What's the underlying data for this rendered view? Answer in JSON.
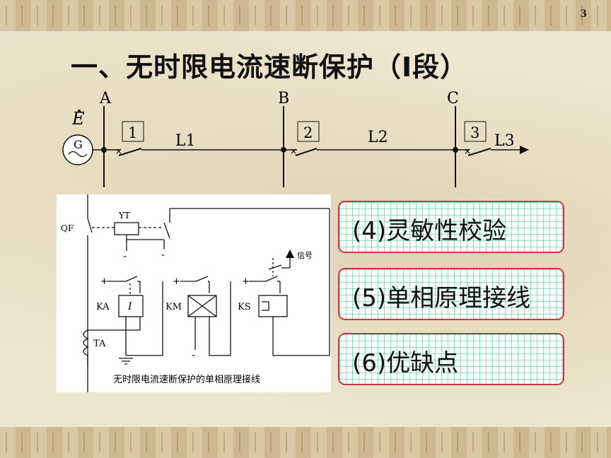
{
  "page_number": "3",
  "title": "一、无时限电流速断保护（I段）",
  "line_diagram": {
    "source_emf": "E",
    "generator": "G",
    "buses": [
      "A",
      "B",
      "C"
    ],
    "breakers": [
      "1",
      "2",
      "3"
    ],
    "lines": [
      "L1",
      "L2",
      "L3"
    ]
  },
  "schematic": {
    "labels": {
      "qf": "QF",
      "yt": "YT",
      "signal": "信号",
      "ka": "KA",
      "km": "KM",
      "ks": "KS",
      "ta": "TA",
      "i_symbol": "I",
      "plus": "+",
      "minus": "-"
    },
    "caption": "无时限电流速断保护的单相原理接线"
  },
  "cards": [
    {
      "label": "(4)灵敏性校验"
    },
    {
      "label": "(5)单相原理接线"
    },
    {
      "label": "(6)优缺点"
    }
  ],
  "colors": {
    "card_border": "#c83848",
    "card_grid": "#28aa8c",
    "background": "#efe6d0"
  }
}
